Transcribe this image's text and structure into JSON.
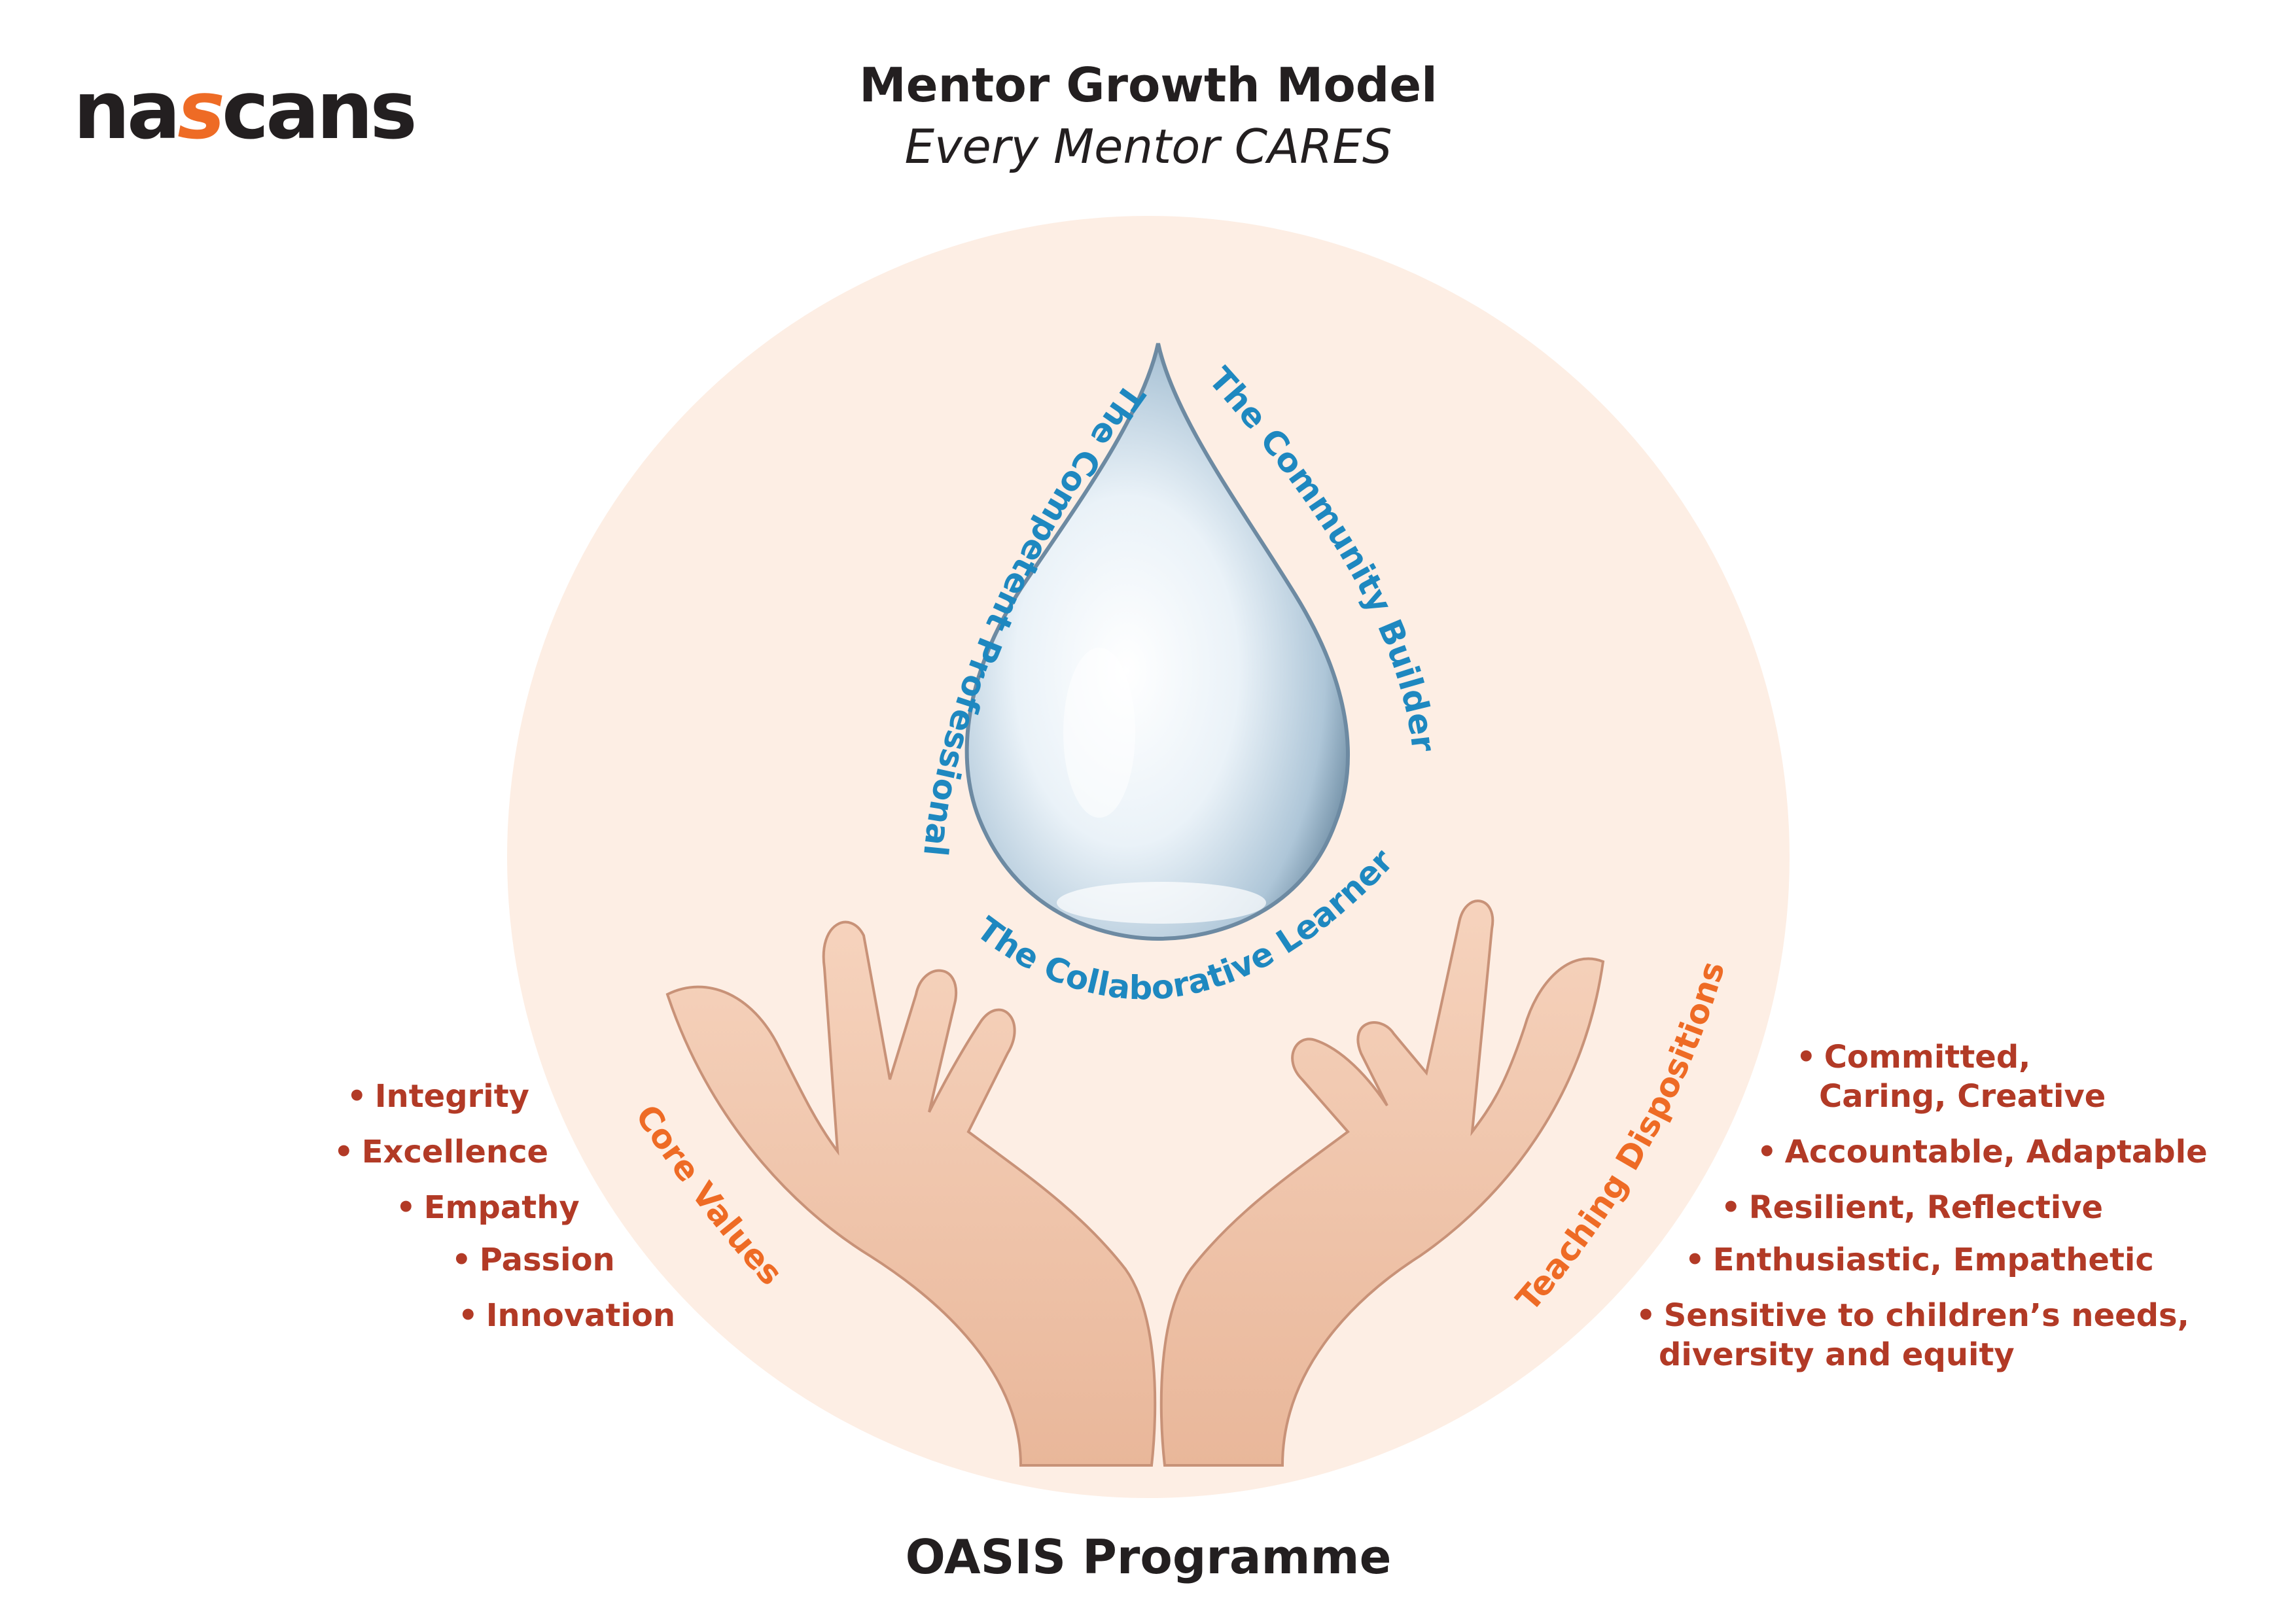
{
  "header": {
    "logo_parts": [
      "na",
      "s",
      "cans"
    ],
    "title": "Mentor Growth Model",
    "subtitle": "Every Mentor CARES"
  },
  "diagram": {
    "arc_labels": {
      "left": "The Competent Professional",
      "right": "The Community Builder",
      "bottom": "The Collaborative Learner",
      "core_values": "Core Values",
      "teaching_dispositions": "Teaching Dispositions"
    },
    "core_values": [
      "Integrity",
      "Excellence",
      "Empathy",
      "Passion",
      "Innovation"
    ],
    "teaching_dispositions": [
      "Committed,",
      "Caring, Creative",
      "Accountable, Adaptable",
      "Resilient, Reflective",
      "Enthusiastic, Empathetic",
      "Sensitive to children’s needs,",
      "diversity and equity"
    ],
    "bullet": "•"
  },
  "footer": {
    "programme": "OASIS Programme"
  },
  "colors": {
    "circle_fill": "#fdeee4",
    "arc_blue": "#1e88c0",
    "arc_orange": "#ee6b25",
    "list_red": "#b23a26",
    "heading_dark": "#231f20"
  }
}
